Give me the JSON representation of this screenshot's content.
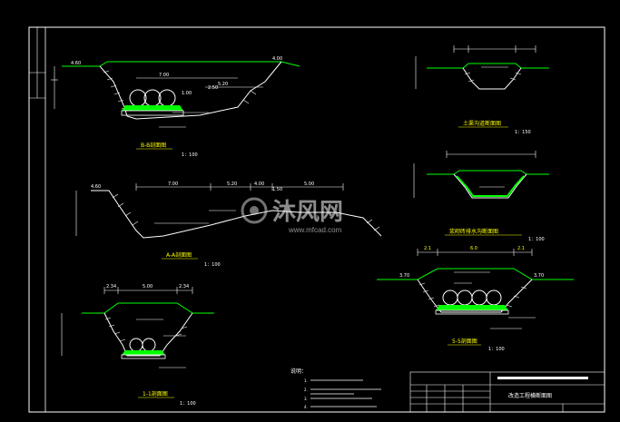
{
  "sections": {
    "b_b": {
      "title": "B-B剖面图",
      "scale": "1：100",
      "elev_left": "4.60",
      "elev_right": "4.00",
      "dims": [
        "7.00",
        "5.20",
        "2.50",
        "1.00"
      ]
    },
    "a_a": {
      "title": "A-A剖面图",
      "scale": "1：100",
      "elev_left": "4.60",
      "dims": [
        "7.00",
        "5.20",
        "4.00",
        "1.50",
        "5.00"
      ]
    },
    "sec_1_1": {
      "title": "1-1剖面图",
      "scale": "1：100",
      "dims": [
        "2.34",
        "5.00",
        "2.34"
      ]
    },
    "earth_ditch": {
      "title": "土渠沟道断面图",
      "scale": "1：150"
    },
    "lined_ditch": {
      "title": "浆砌砖排水沟断面图",
      "scale": "1：100"
    },
    "sec_5_5": {
      "title": "5-5剖面图",
      "scale": "1：100",
      "elev_left": "3.70",
      "elev_right": "3.70",
      "dims": [
        "2.1",
        "6.0",
        "2.1"
      ]
    }
  },
  "notes": {
    "heading": "说明：",
    "items": [
      "1.",
      "2.",
      "3.",
      "4."
    ]
  },
  "title_block": {
    "drawing_name": "改造工程横断面图"
  },
  "watermark": {
    "brand": "沐风网",
    "url": "www.mfcad.com"
  },
  "colors": {
    "line": "#ffffff",
    "ground": "#00ff00",
    "text": "#ffff00",
    "frame": "#ffffff"
  }
}
